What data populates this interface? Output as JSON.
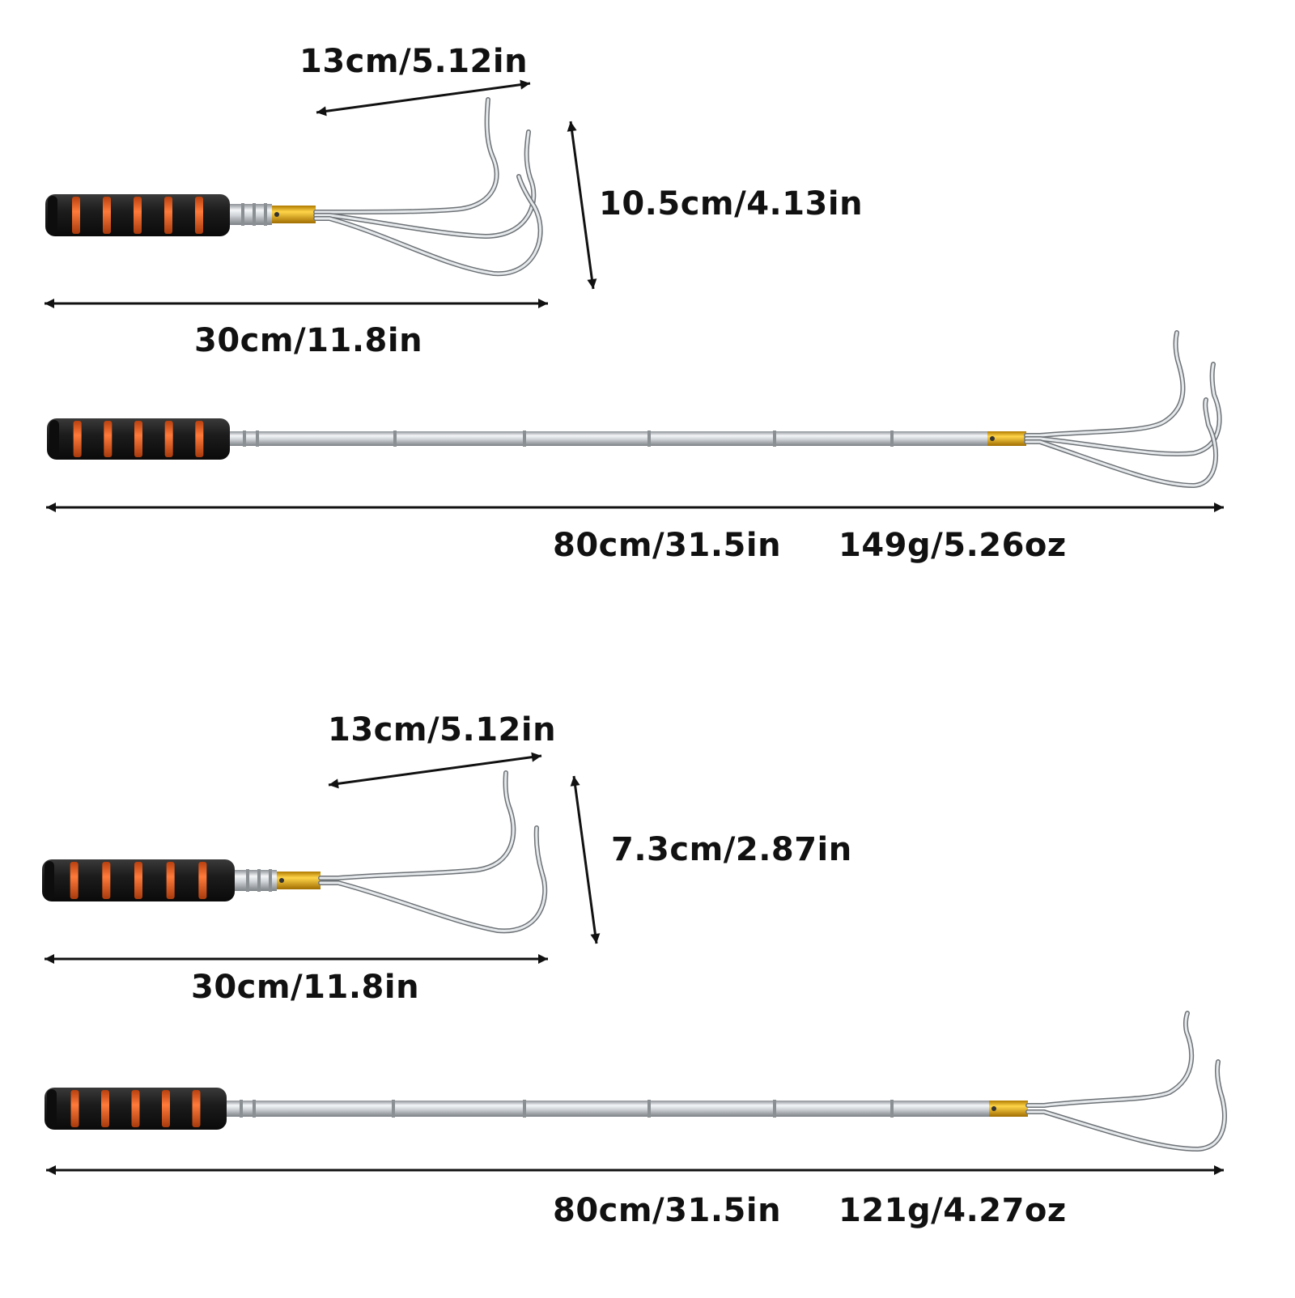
{
  "colors": {
    "background": "#ffffff",
    "text": "#111111",
    "arrow": "#111111",
    "foam_black": "#1c1c1c",
    "foam_orange": "#f0642a",
    "steel": "#c4c8cc",
    "brass": "#f3b111"
  },
  "products": [
    {
      "name": "three-prong",
      "prongs": 3,
      "collapsed": {
        "prong_span": "13cm/5.12in",
        "hook_height": "10.5cm/4.13in",
        "length": "30cm/11.8in"
      },
      "extended": {
        "length": "80cm/31.5in",
        "weight": "149g/5.26oz"
      }
    },
    {
      "name": "two-prong",
      "prongs": 2,
      "collapsed": {
        "prong_span": "13cm/5.12in",
        "hook_height": "7.3cm/2.87in",
        "length": "30cm/11.8in"
      },
      "extended": {
        "length": "80cm/31.5in",
        "weight": "121g/4.27oz"
      }
    }
  ]
}
